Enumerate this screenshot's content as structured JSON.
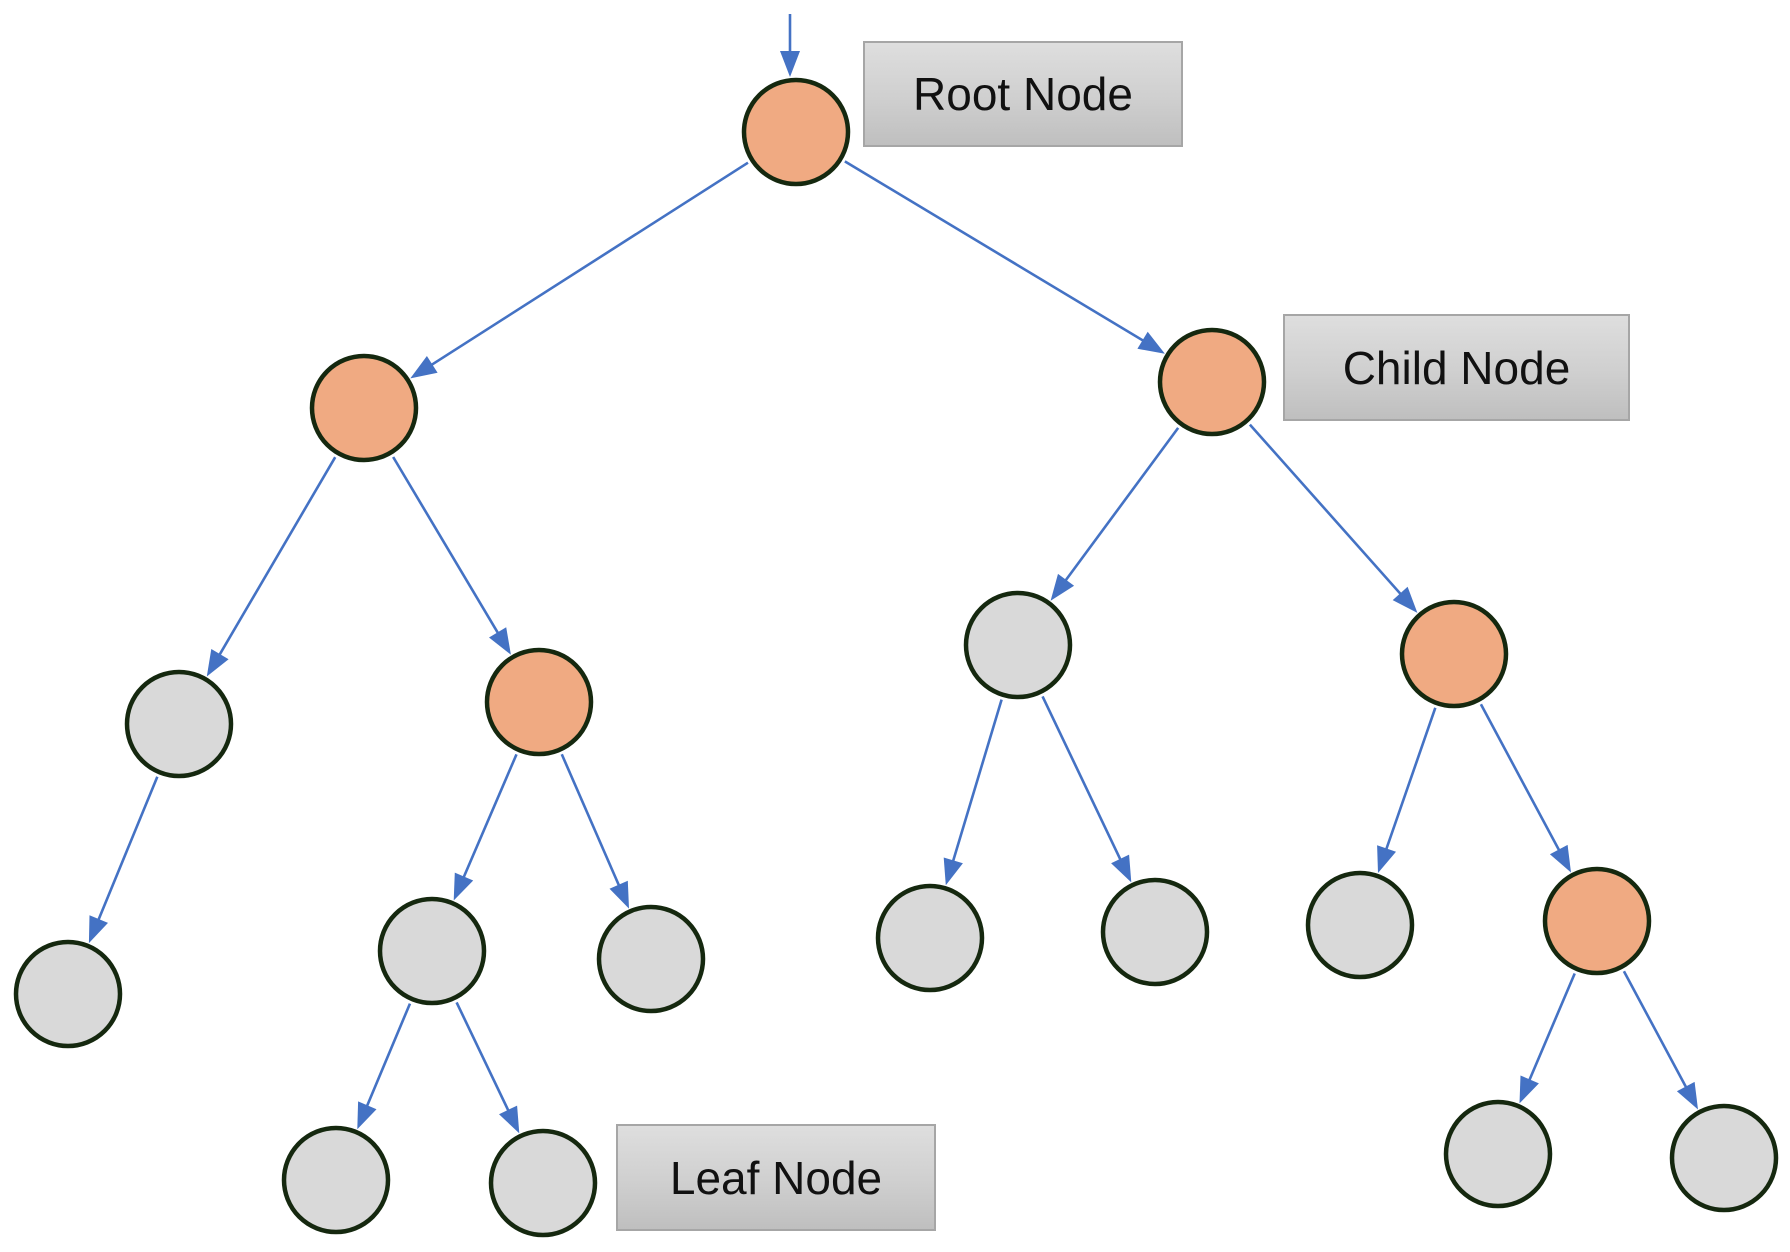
{
  "labels": {
    "root": "Root Node",
    "child": "Child Node",
    "leaf": "Leaf Node"
  },
  "colors": {
    "edge": "#4472c4",
    "node_stroke": "#15280f",
    "highlight_fill": "#f0aa82",
    "plain_fill": "#d9d9d9"
  },
  "tree": {
    "fill": "#f0aa82",
    "children": [
      {
        "fill": "#f0aa82",
        "children": [
          {
            "fill": "#d9d9d9",
            "children": [
              {
                "fill": "#d9d9d9"
              }
            ]
          },
          {
            "fill": "#f0aa82",
            "children": [
              {
                "fill": "#d9d9d9",
                "children": [
                  {
                    "fill": "#d9d9d9"
                  },
                  {
                    "fill": "#d9d9d9"
                  }
                ]
              },
              {
                "fill": "#d9d9d9"
              }
            ]
          }
        ]
      },
      {
        "fill": "#f0aa82",
        "children": [
          {
            "fill": "#d9d9d9",
            "children": [
              {
                "fill": "#d9d9d9"
              },
              {
                "fill": "#d9d9d9"
              }
            ]
          },
          {
            "fill": "#f0aa82",
            "children": [
              {
                "fill": "#d9d9d9"
              },
              {
                "fill": "#f0aa82",
                "children": [
                  {
                    "fill": "#d9d9d9"
                  },
                  {
                    "fill": "#d9d9d9"
                  }
                ]
              }
            ]
          }
        ]
      }
    ]
  }
}
